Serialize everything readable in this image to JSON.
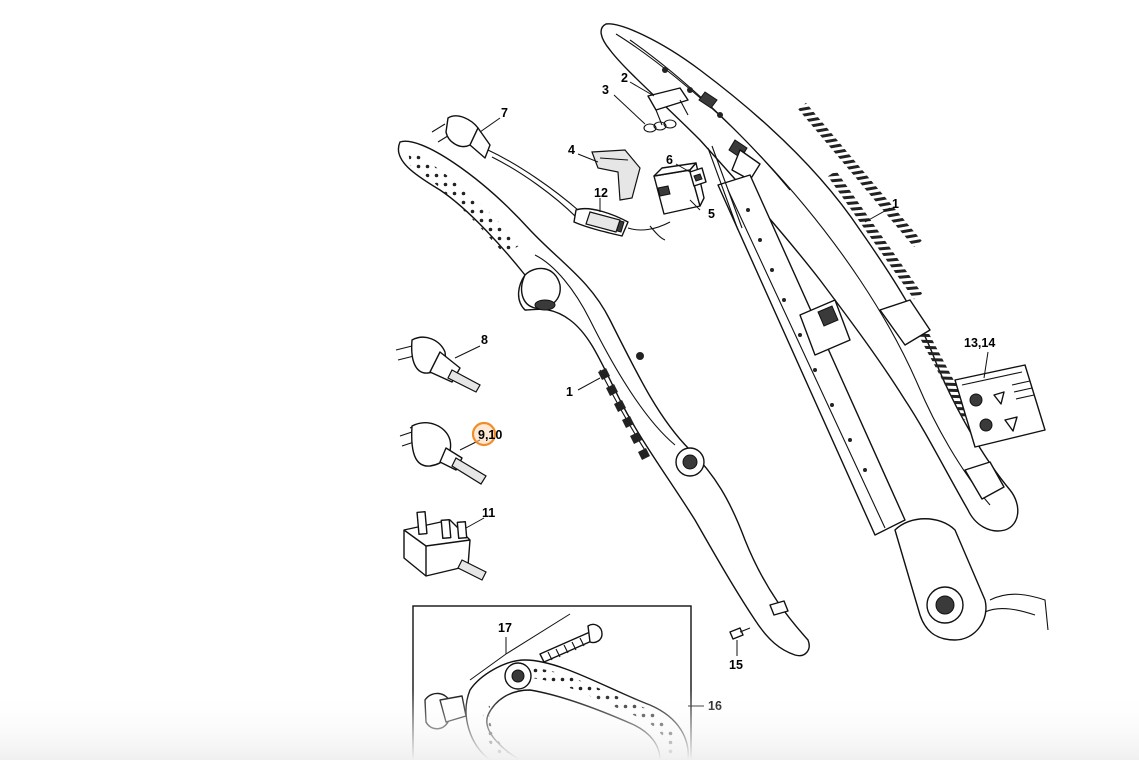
{
  "diagram": {
    "labels": {
      "p1_right": "1",
      "p1_left": "1",
      "p2": "2",
      "p3": "3",
      "p4": "4",
      "p5": "5",
      "p6": "6",
      "p7": "7",
      "p8": "8",
      "p9_10": "9,10",
      "p11": "11",
      "p12": "12",
      "p13_14": "13,14",
      "p15": "15",
      "p16": "16",
      "p17": "17"
    },
    "highlighted_part": "9,10",
    "colors": {
      "highlight": "#f28c28",
      "line": "#111111",
      "background": "#ffffff"
    }
  }
}
